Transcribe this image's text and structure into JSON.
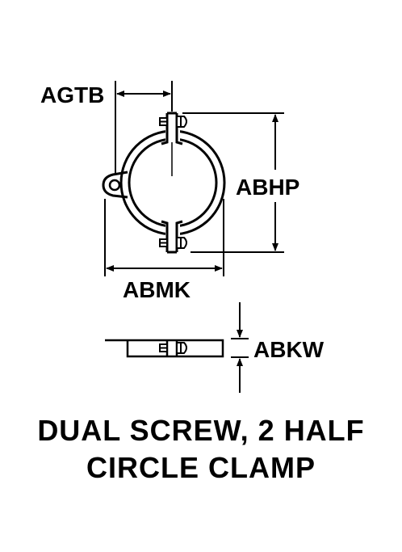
{
  "labels": {
    "agtb": "AGTB",
    "abhp": "ABHP",
    "abmk": "ABMK",
    "abkw": "ABKW"
  },
  "title": {
    "line1": "DUAL SCREW, 2 HALF",
    "line2": "CIRCLE CLAMP"
  },
  "colors": {
    "ink": "#000000",
    "background": "#ffffff"
  }
}
